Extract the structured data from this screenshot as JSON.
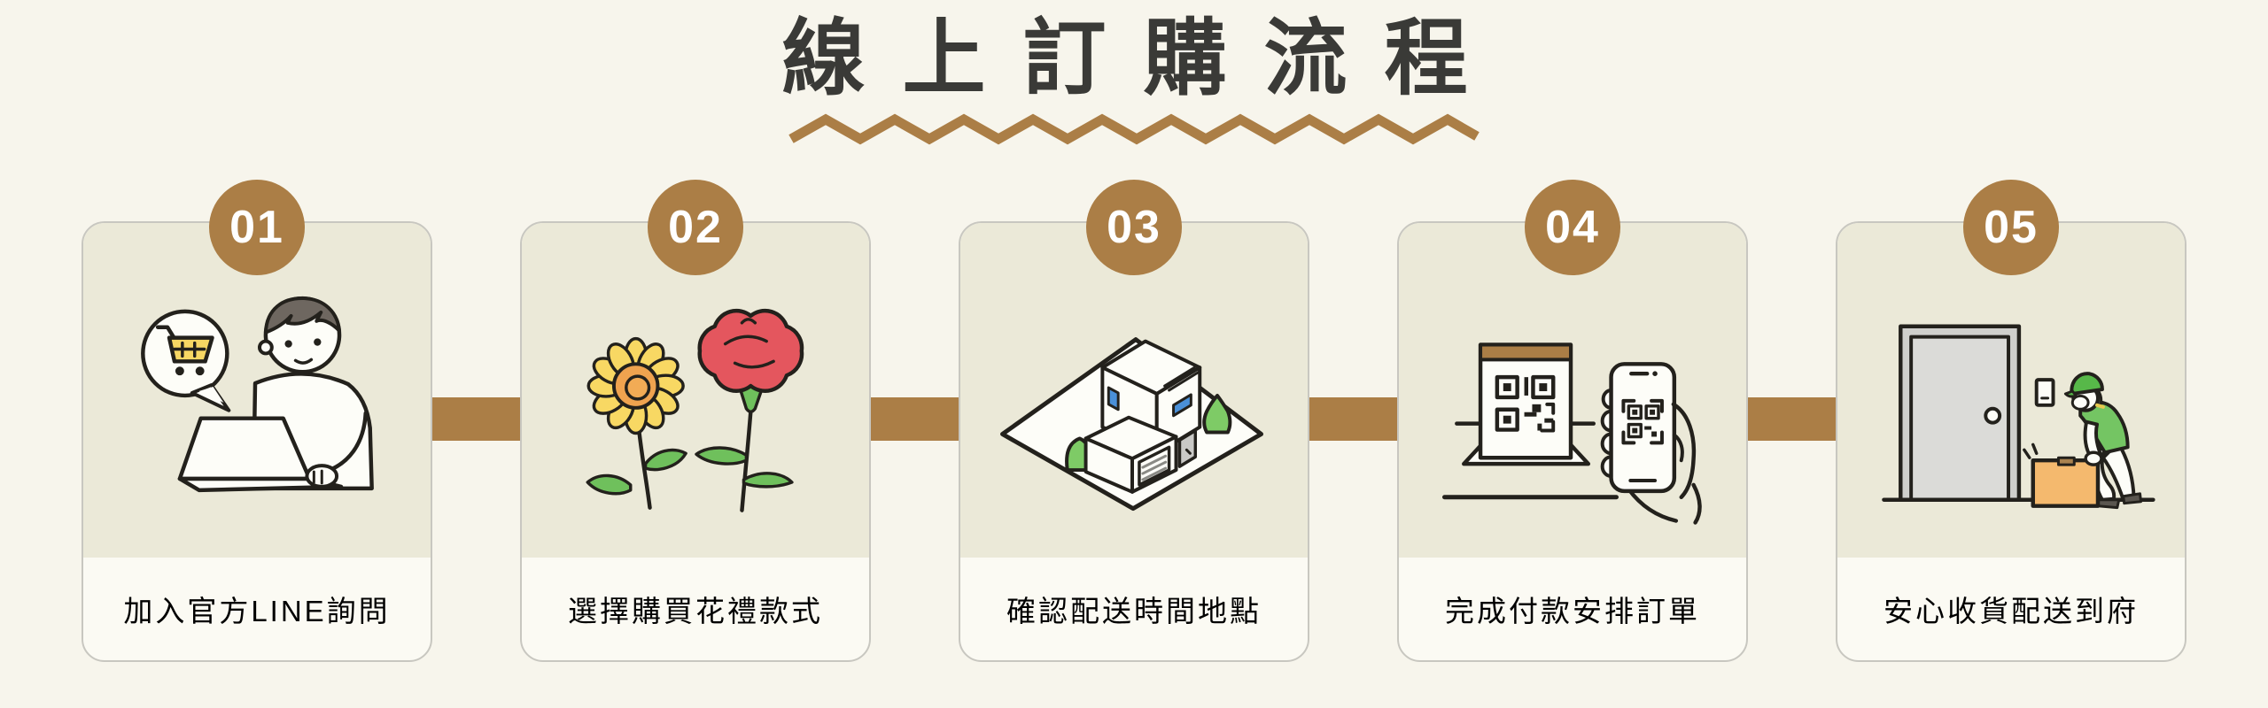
{
  "page": {
    "title": "線上訂購流程",
    "background_color": "#f7f5ec",
    "accent_color": "#ab7e46",
    "card_panel_color": "#ebe9d8",
    "title_color": "#3a3a37"
  },
  "steps": [
    {
      "number": "01",
      "caption": "加入官方LINE詢問",
      "icon": "person-laptop-cart-icon"
    },
    {
      "number": "02",
      "caption": "選擇購買花禮款式",
      "icon": "sunflower-carnation-icon"
    },
    {
      "number": "03",
      "caption": "確認配送時間地點",
      "icon": "isometric-house-icon"
    },
    {
      "number": "04",
      "caption": "完成付款安排訂單",
      "icon": "qr-code-payment-icon"
    },
    {
      "number": "05",
      "caption": "安心收貨配送到府",
      "icon": "door-delivery-icon"
    }
  ]
}
